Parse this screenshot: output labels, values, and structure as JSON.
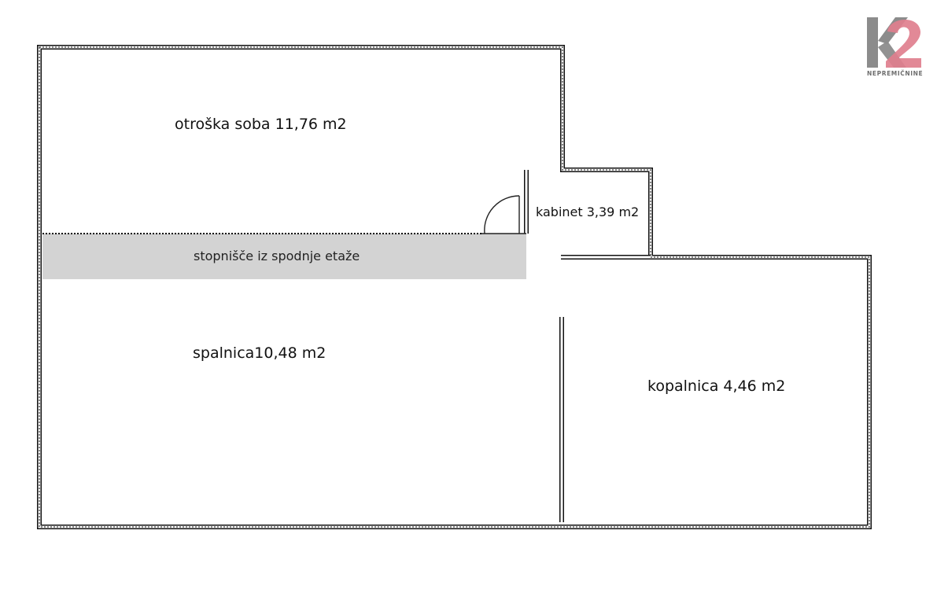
{
  "rooms": {
    "otroska_soba": "otroška soba 11,76 m2",
    "kabinet": "kabinet 3,39 m2",
    "stopnisce": "stopnišče iz spodnje etaže",
    "spalnica": "spalnica10,48 m2",
    "kopalnica": "kopalnica 4,46 m2"
  },
  "logo": {
    "mark_k": "K",
    "mark_2": "2",
    "subtitle": "NEPREMIČNINE"
  },
  "colors": {
    "stair_fill": "#d3d3d3",
    "wall": "#111111",
    "logo_grey": "#8c8c8c",
    "logo_pink": "#e07f8e"
  }
}
